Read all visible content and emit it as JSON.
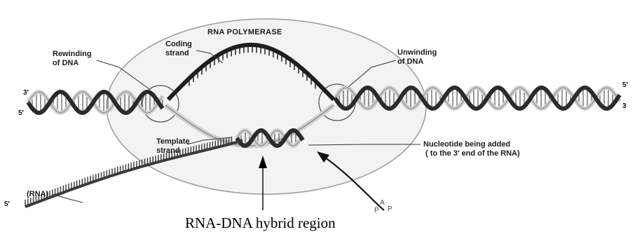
{
  "diagram": {
    "polymerase_label": "RNA POLYMERASE",
    "labels": {
      "coding_strand": [
        "Coding",
        "strand"
      ],
      "rewinding": [
        "Rewinding",
        "of DNA"
      ],
      "unwinding": [
        "Unwinding",
        "of DNA"
      ],
      "template_strand": [
        "Template",
        "strand"
      ],
      "nucleotide": [
        "Nucleotide being added",
        "( to the 3′ end of the RNA)"
      ],
      "rna": "(RNA)"
    },
    "ends": {
      "left_top": "3′",
      "left_bottom": "5′",
      "right_top": "5′",
      "right_bottom": "3",
      "rna_end": "5′"
    },
    "caption": "RNA-DNA hybrid region",
    "colors": {
      "dna_dark": "#2b2b2b",
      "dna_light": "#cfcfcf",
      "rna": "#3a3a3a",
      "polymerase_fill": "#f2f2f2",
      "polymerase_stroke": "#9a9a9a"
    }
  }
}
